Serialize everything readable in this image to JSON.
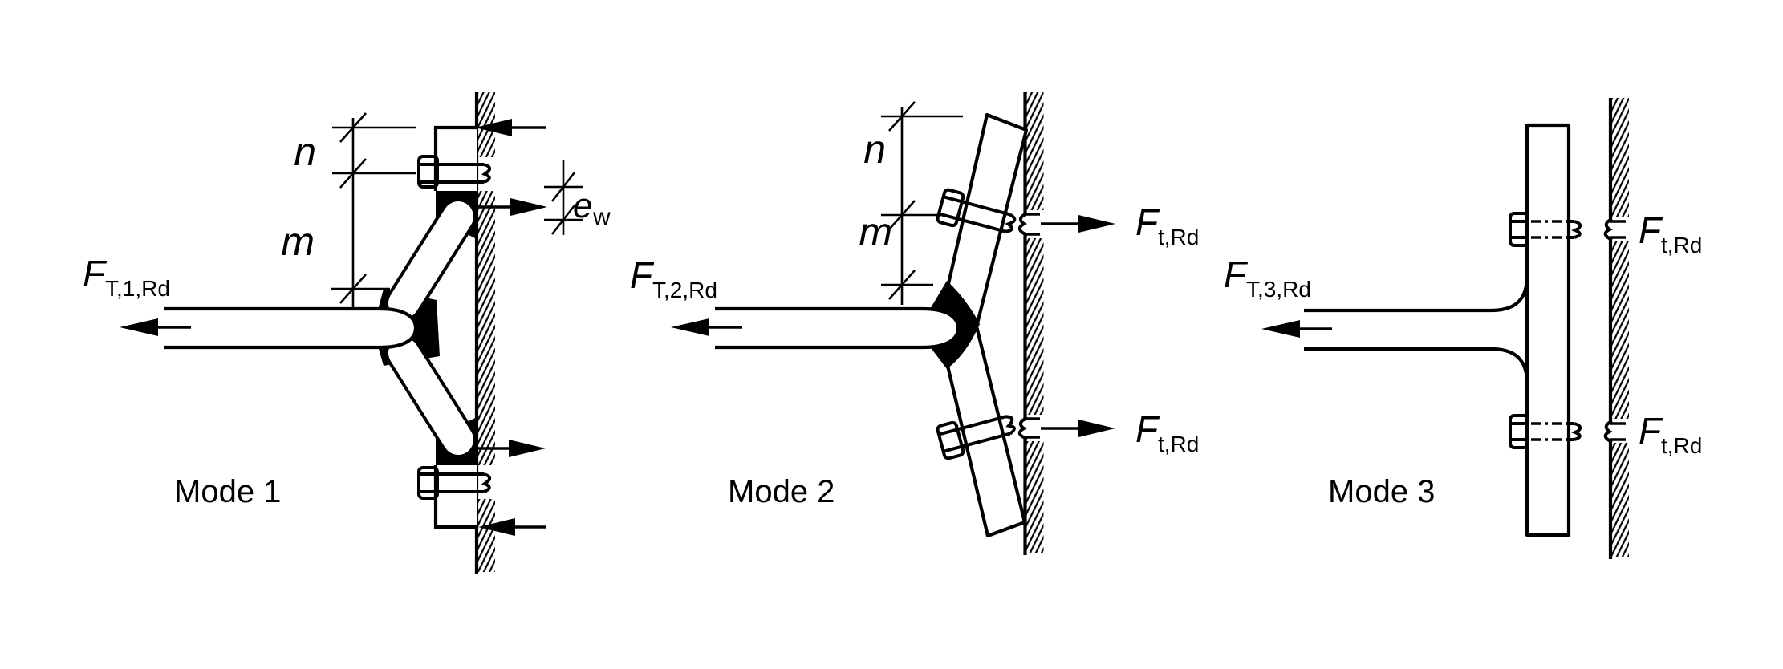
{
  "figure": {
    "colors": {
      "line": "#000000",
      "background": "#ffffff",
      "hinge_fill": "#000000"
    },
    "modes": [
      {
        "caption": "Mode 1",
        "force_label": {
          "main": "F",
          "sub": "T,1,Rd"
        },
        "dim_n": "n",
        "dim_m": "m",
        "dim_ew": {
          "main": "e",
          "sub": "w"
        }
      },
      {
        "caption": "Mode 2",
        "force_label": {
          "main": "F",
          "sub": "T,2,Rd"
        },
        "dim_n": "n",
        "dim_m": "m",
        "bolt_force_upper": {
          "main": "F",
          "sub": "t,Rd"
        },
        "bolt_force_lower": {
          "main": "F",
          "sub": "t,Rd"
        }
      },
      {
        "caption": "Mode 3",
        "force_label": {
          "main": "F",
          "sub": "T,3,Rd"
        },
        "bolt_force_upper": {
          "main": "F",
          "sub": "t,Rd"
        },
        "bolt_force_lower": {
          "main": "F",
          "sub": "t,Rd"
        }
      }
    ]
  }
}
